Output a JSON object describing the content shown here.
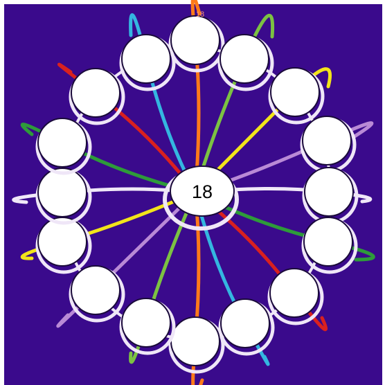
{
  "diagram": {
    "center_value": "18",
    "top_mark": "18",
    "outer_circle_count": 16,
    "colors": {
      "background": "#3a0a8c",
      "ring_outline": "#efe6f7",
      "circle_fill": "#ffffff",
      "circle_stroke": "#1a0a3a"
    },
    "strands": [
      {
        "from": "top",
        "color": "#ff7a1a"
      },
      {
        "from": "top-right-1",
        "color": "#7cc242"
      },
      {
        "from": "top-right-2",
        "color": "#f2e41a"
      },
      {
        "from": "right-1",
        "color": "#b98ad6"
      },
      {
        "from": "right-2",
        "color": "#f0e8f8"
      },
      {
        "from": "right-3",
        "color": "#2e9b3a"
      },
      {
        "from": "bottom-right-1",
        "color": "#d9211f"
      },
      {
        "from": "bottom-right-2",
        "color": "#34b6e0"
      },
      {
        "from": "bottom",
        "color": "#ff7a1a"
      },
      {
        "from": "bottom-left-1",
        "color": "#7cc242"
      },
      {
        "from": "bottom-left-2",
        "color": "#b98ad6"
      },
      {
        "from": "left-1",
        "color": "#f2e41a"
      },
      {
        "from": "left-2",
        "color": "#f0e8f8"
      },
      {
        "from": "left-3",
        "color": "#2e9b3a"
      },
      {
        "from": "top-left-1",
        "color": "#d9211f"
      },
      {
        "from": "top-left-2",
        "color": "#34b6e0"
      }
    ]
  }
}
